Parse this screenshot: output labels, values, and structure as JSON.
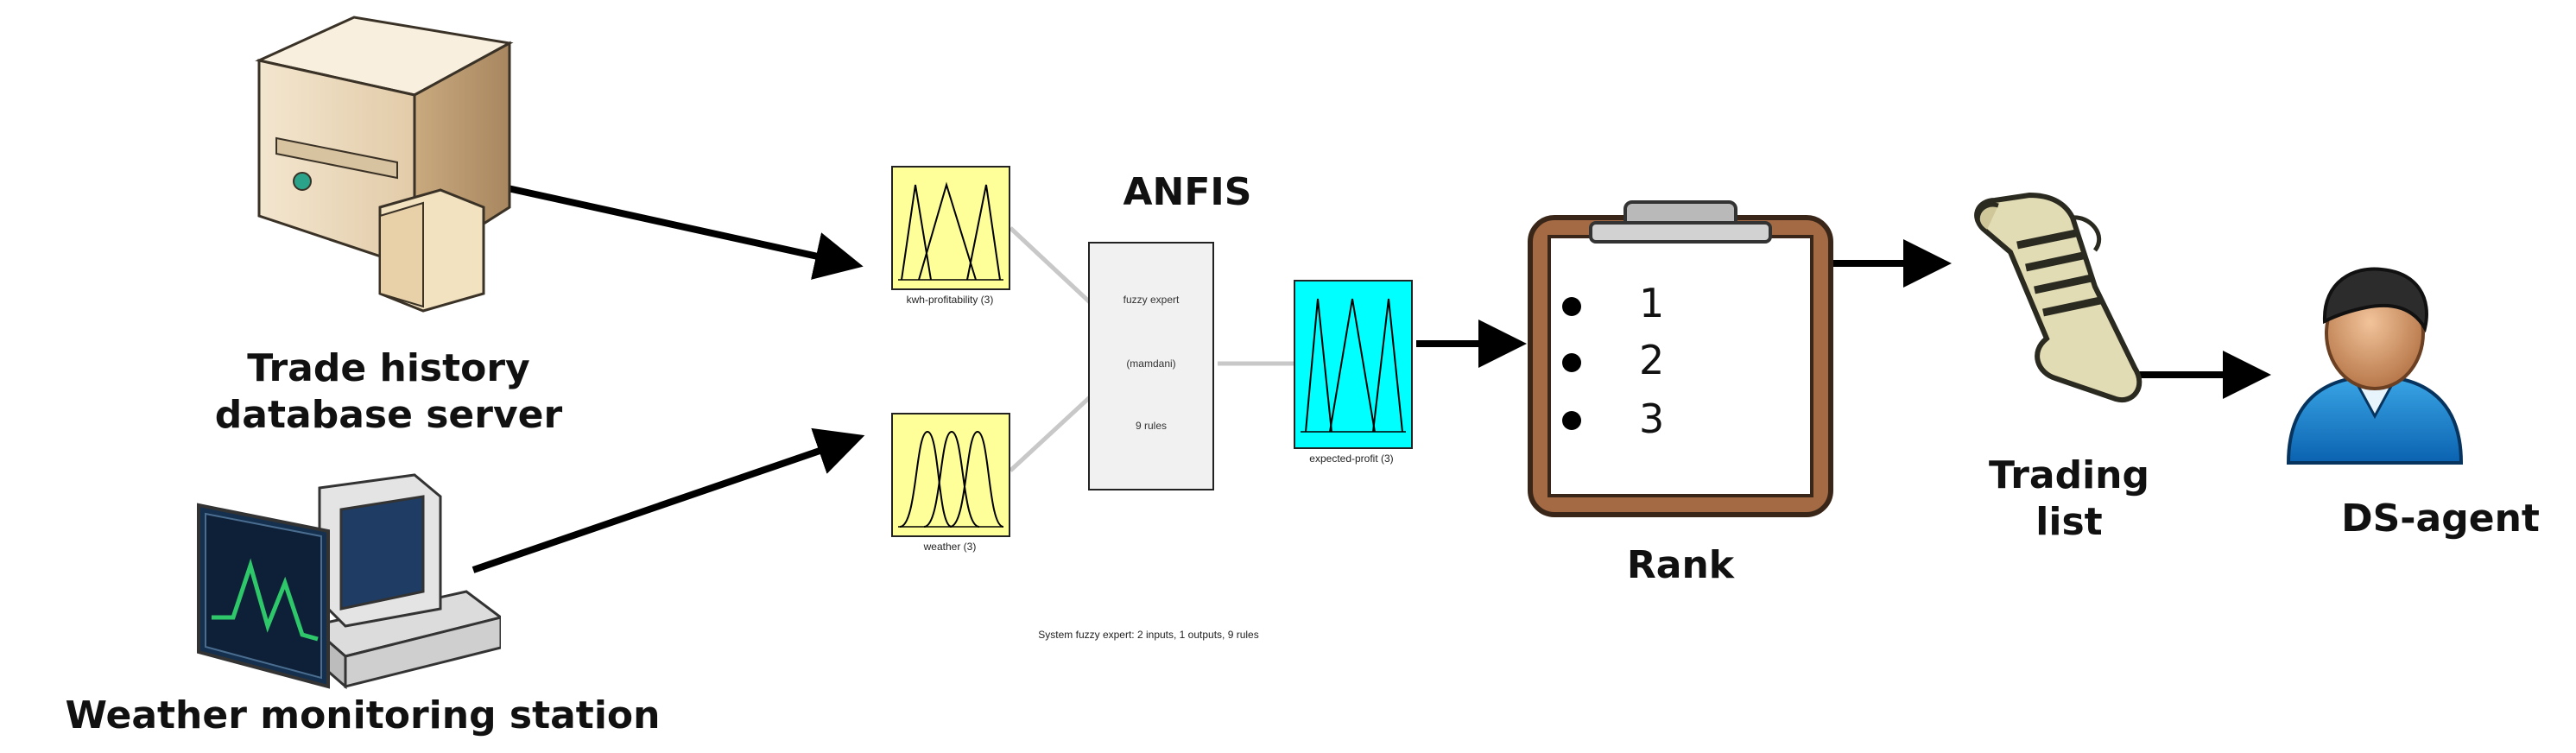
{
  "sources": {
    "server_label_line1": "Trade history",
    "server_label_line2": "database server",
    "weather_label": "Weather monitoring station"
  },
  "fis": {
    "title": "ANFIS",
    "input1_label": "kwh-profitability (3)",
    "input2_label": "weather (3)",
    "system_name": "fuzzy expert",
    "system_type": "(mamdani)",
    "rules": "9 rules",
    "output_label": "expected-profit (3)",
    "summary": "System fuzzy expert: 2 inputs, 1 outputs, 9 rules",
    "colors": {
      "input_fill": "#ffff99",
      "output_fill": "#00ffff",
      "rule_box": "#f1f1f1"
    }
  },
  "rank": {
    "label": "Rank",
    "items": [
      "1",
      "2",
      "3"
    ]
  },
  "trading": {
    "label_line1": "Trading",
    "label_line2": "list"
  },
  "agent": {
    "label": "DS-agent"
  },
  "icons": [
    "server-icon",
    "weather-station-icon",
    "clipboard-icon",
    "scroll-icon",
    "user-avatar-icon"
  ]
}
